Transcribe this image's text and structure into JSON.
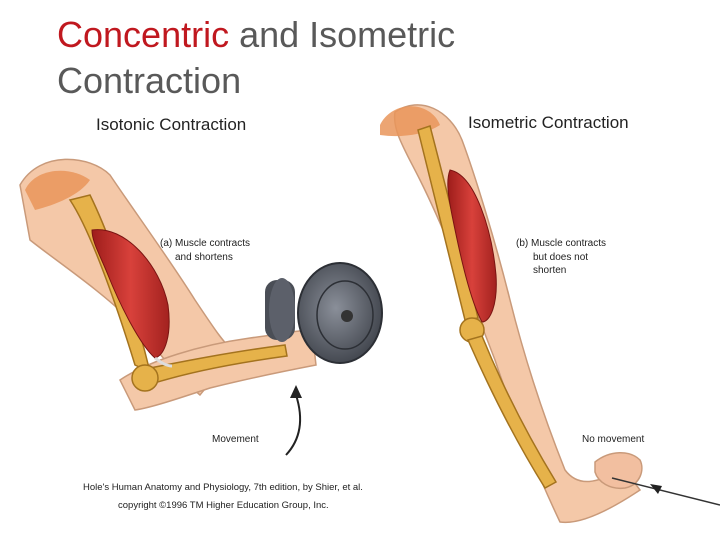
{
  "title": {
    "accent_word": "Concentric",
    "rest_line1": " and Isometric",
    "line2": "Contraction"
  },
  "panels": {
    "isotonic": {
      "heading": "Isotonic Contraction",
      "caption_line1": "(a) Muscle contracts",
      "caption_line2": "and shortens",
      "arrow_label": "Movement"
    },
    "isometric": {
      "heading": "Isometric Contraction",
      "caption_line1": "(b) Muscle contracts",
      "caption_line2": "but does not",
      "caption_line3": "shorten",
      "arrow_label": "No movement"
    }
  },
  "credit": {
    "line1": "Hole's Human Anatomy and Physiology, 7th edition, by Shier, et al.",
    "line2": "copyright ©1996 TM Higher Education Group, Inc."
  },
  "colors": {
    "title_accent": "#c0181f",
    "title_text": "#595959",
    "muscle": "#c9302c",
    "bone": "#e6b24a",
    "skin": "#f4c8a8",
    "weight": "#6b6f78"
  }
}
